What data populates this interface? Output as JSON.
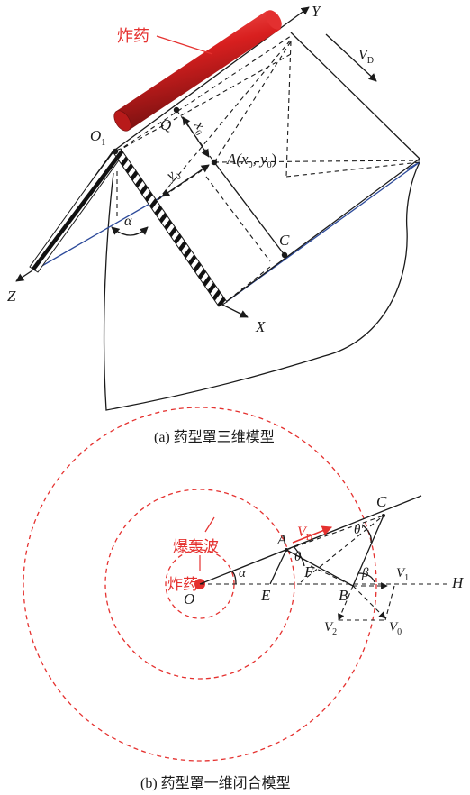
{
  "figure_a": {
    "explosive_label": "炸药",
    "axis_y": "Y",
    "axis_x": "X",
    "axis_z": "Z",
    "origin_label": "O",
    "origin_subscript": "1",
    "point_q": "Q",
    "point_a": "A(x",
    "point_a_x0_sub": "0",
    "point_a_mid": ", y",
    "point_a_y0_sub": "0",
    "point_a_end": ")",
    "point_c": "C",
    "dim_x0": "x",
    "dim_x0_sub": "0",
    "dim_y0": "y",
    "dim_y0_sub": "0",
    "angle_alpha": "α",
    "velocity_label": "V",
    "velocity_sub": "D",
    "caption": "(a) 药型罩三维模型"
  },
  "figure_b": {
    "detonation_wave_label": "爆轰波",
    "explosive_label": "炸药",
    "velocity_label": "V",
    "velocity_sub": "D",
    "point_o": "O",
    "point_a": "A",
    "point_b": "B",
    "point_c": "C",
    "point_e": "E",
    "point_f": "F",
    "point_h": "H",
    "angle_alpha": "α",
    "angle_beta": "β",
    "angle_theta": "θ",
    "angle_theta_prime": "θ'",
    "v1": "V",
    "v1_sub": "1",
    "v2": "V",
    "v2_sub": "2",
    "v0": "V",
    "v0_sub": "0",
    "caption": "(b) 药型罩一维闭合模型"
  },
  "colors": {
    "ink": "#1a1a1a",
    "accent_red": "#e5312f",
    "line_blue": "#2c4a9a"
  }
}
